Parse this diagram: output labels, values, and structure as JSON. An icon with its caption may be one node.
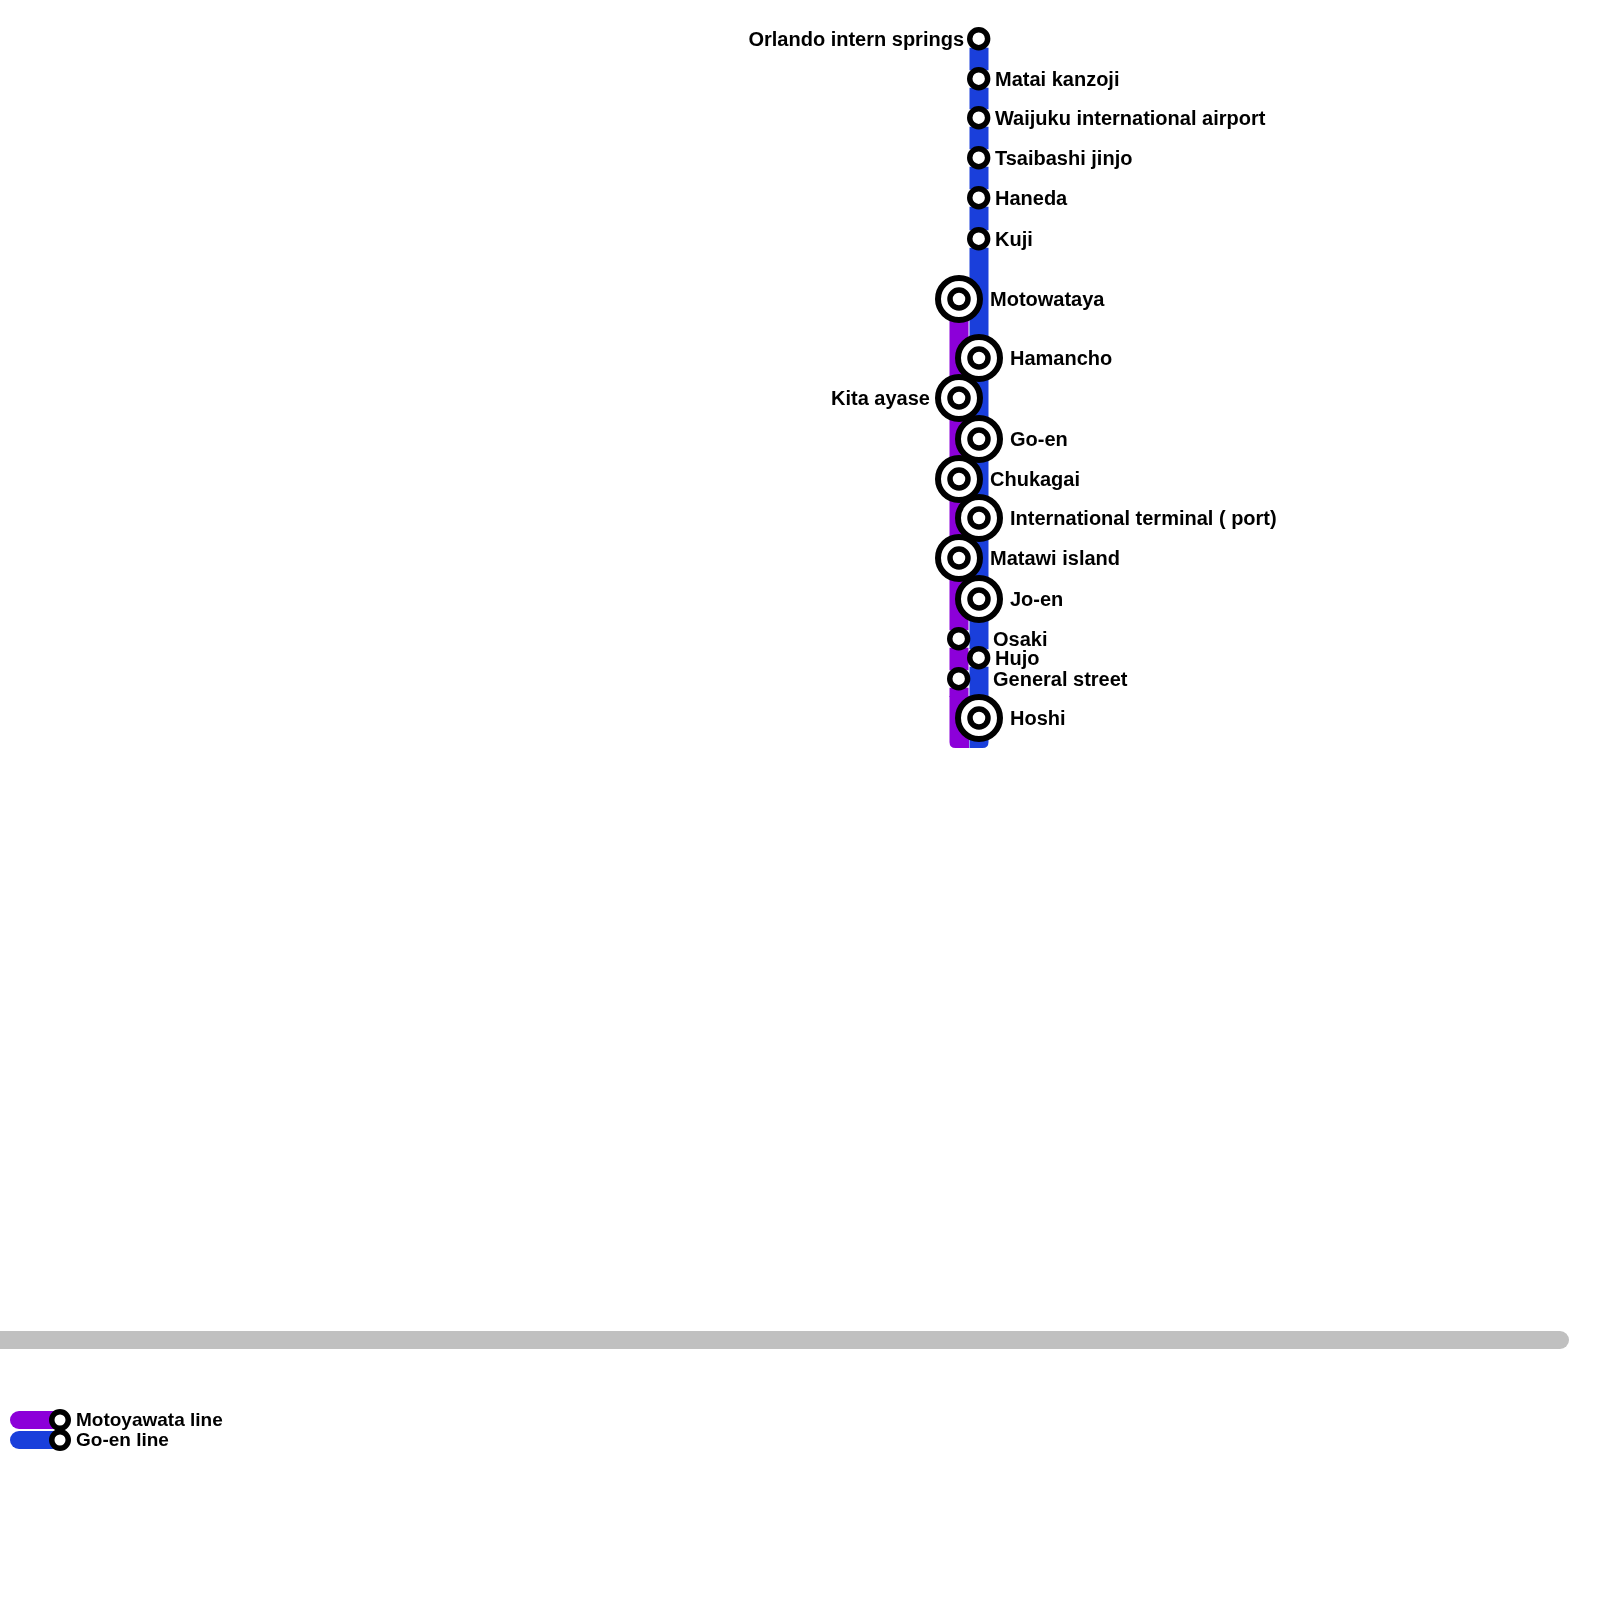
{
  "diagram": {
    "nodes": [
      {
        "text": [
          "Orlando intern springs"
        ]
      },
      {
        "text": [
          "Matai kanzoji"
        ]
      },
      {
        "text": [
          "Waijuku international airport"
        ]
      },
      {
        "text": [
          "Tsaibashi jinjo"
        ]
      },
      {
        "text": [
          "Haneda"
        ]
      },
      {
        "text": [
          "Kuji"
        ]
      },
      {
        "text": [
          "Motowataya"
        ]
      },
      {
        "text": [
          "Hamancho"
        ]
      },
      {
        "text": [
          "Kita ayase"
        ]
      },
      {
        "text": [
          "Go-en"
        ]
      },
      {
        "text": [
          "Chukagai"
        ]
      },
      {
        "text": [
          "International terminal ( port)"
        ]
      },
      {
        "text": [
          "Matawi island"
        ]
      },
      {
        "text": [
          "Jo-en"
        ]
      },
      {
        "text": [
          "Osaki"
        ]
      },
      {
        "text": [
          "Hujo"
        ]
      },
      {
        "text": [
          "General street"
        ]
      },
      {
        "text": [
          "Hoshi"
        ]
      },
      {
        "text": [],
        "shape": "bar"
      }
    ],
    "edges": [
      {
        "from": 0,
        "to": 1,
        "arrow": "none",
        "color": "#1a3fdb"
      },
      {
        "from": 1,
        "to": 2,
        "arrow": "none",
        "color": "#1a3fdb"
      },
      {
        "from": 2,
        "to": 3,
        "arrow": "none",
        "color": "#1a3fdb"
      },
      {
        "from": 3,
        "to": 4,
        "arrow": "none",
        "color": "#1a3fdb"
      },
      {
        "from": 4,
        "to": 5,
        "arrow": "none",
        "color": "#1a3fdb"
      },
      {
        "from": 5,
        "to": 7,
        "arrow": "none",
        "color": "#1a3fdb"
      },
      {
        "from": 7,
        "to": 9,
        "arrow": "none",
        "color": "#1a3fdb"
      },
      {
        "from": 9,
        "to": 11,
        "arrow": "none",
        "color": "#1a3fdb"
      },
      {
        "from": 11,
        "to": 13,
        "arrow": "none",
        "color": "#1a3fdb"
      },
      {
        "from": 13,
        "to": 15,
        "arrow": "none",
        "color": "#1a3fdb"
      },
      {
        "from": 15,
        "to": 17,
        "arrow": "none",
        "color": "#1a3fdb"
      },
      {
        "from": 6,
        "to": 8,
        "arrow": "none",
        "color": "#8c00d9"
      },
      {
        "from": 8,
        "to": 10,
        "arrow": "none",
        "color": "#8c00d9"
      },
      {
        "from": 10,
        "to": 12,
        "arrow": "none",
        "color": "#8c00d9"
      },
      {
        "from": 12,
        "to": 14,
        "arrow": "none",
        "color": "#8c00d9"
      },
      {
        "from": 14,
        "to": 16,
        "arrow": "none",
        "color": "#8c00d9"
      },
      {
        "from": 16,
        "to": 17,
        "arrow": "none",
        "color": "#8c00d9"
      }
    ],
    "legend": [
      {
        "text": "Motoyawata line",
        "color": "#8c00d9"
      },
      {
        "text": "Go-en line",
        "color": "#1a3fdb"
      }
    ]
  }
}
